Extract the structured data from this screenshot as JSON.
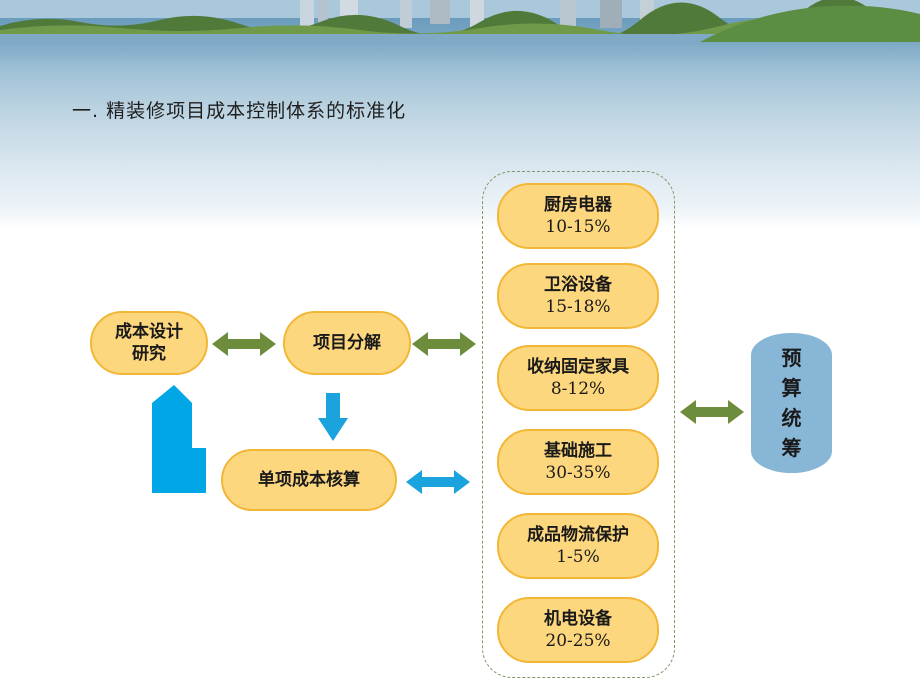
{
  "title": "一. 精装修项目成本控制体系的标准化",
  "nodes": {
    "research": [
      "成本设计",
      "研究"
    ],
    "decompose": "项目分解",
    "single_cost": "单项成本核算",
    "budget_chars": [
      "预",
      "算",
      "统",
      "筹"
    ]
  },
  "categories": [
    {
      "name": "厨房电器",
      "range": "10-15%"
    },
    {
      "name": "卫浴设备",
      "range": "15-18%"
    },
    {
      "name": "收纳固定家具",
      "range": "8-12%"
    },
    {
      "name": "基础施工",
      "range": "30-35%"
    },
    {
      "name": "成品物流保护",
      "range": "1-5%"
    },
    {
      "name": "机电设备",
      "range": "20-25%"
    }
  ],
  "colors": {
    "pill_fill": "#fdd77e",
    "pill_border": "#f3b738",
    "green_arrow": "#6d8c3c",
    "blue_arrow": "#1aa3dc",
    "budget_fill": "#87b6d6"
  }
}
